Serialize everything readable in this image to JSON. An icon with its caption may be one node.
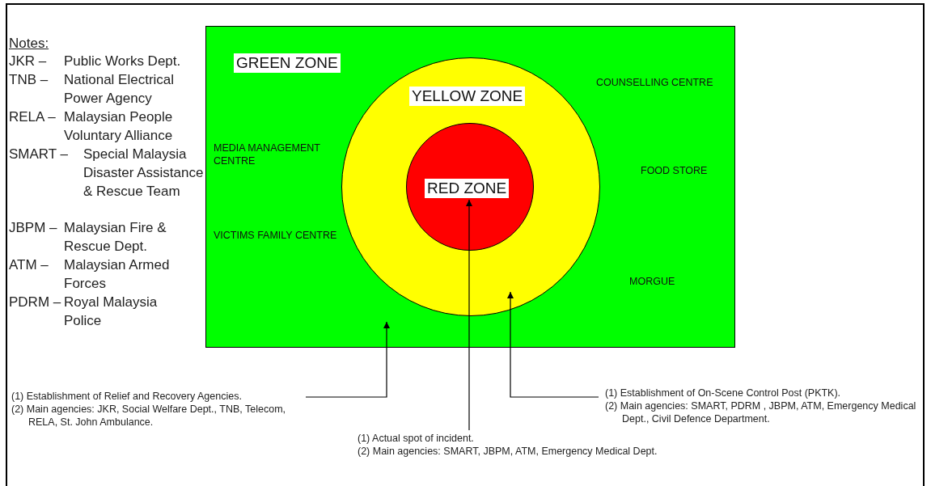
{
  "diagram": {
    "nodes": [
      {
        "text": [
          "GREEN ZONE"
        ]
      },
      {
        "text": [
          "YELLOW ZONE"
        ],
        "in": 0
      },
      {
        "text": [
          "RED ZONE"
        ],
        "in": 1
      },
      {
        "text": [
          "(1) Establishment of Relief and Recovery Agencies.",
          "(2) Main agencies: JKR, Social Welfare Dept., TNB, Telecom, RELA, St. John Ambulance."
        ]
      },
      {
        "text": [
          "(1) Establishment of On-Scene Control Post (PKTK).",
          "(2) Main agencies: SMART, PDRM , JBPM, ATM, Emergency Medical Dept., Civil Defence Department."
        ]
      },
      {
        "text": [
          "(1) Actual spot of incident.",
          "(2) Main agencies: SMART, JBPM, ATM, Emergency Medical Dept."
        ]
      }
    ],
    "edges": [
      {
        "from": 3,
        "to": 0,
        "arrow": "to"
      },
      {
        "from": 4,
        "to": 1,
        "arrow": "to"
      },
      {
        "from": 5,
        "to": 2,
        "arrow": "to"
      }
    ],
    "labels": [
      "Notes:",
      "JKR –",
      "Public Works Dept.",
      "TNB –",
      "National Electrical Power Agency",
      "RELA –",
      "Malaysian People Voluntary Alliance",
      "SMART –",
      "Special Malaysia Disaster Assistance & Rescue Team",
      "JBPM –",
      "Malaysian Fire & Rescue Dept.",
      "ATM –",
      "Malaysian Armed Forces",
      "PDRM –",
      "Royal Malaysia Police",
      "COUNSELLING CENTRE",
      "MEDIA MANAGEMENT CENTRE",
      "FOOD STORE",
      "VICTIMS FAMILY CENTRE",
      "MORGUE"
    ]
  }
}
